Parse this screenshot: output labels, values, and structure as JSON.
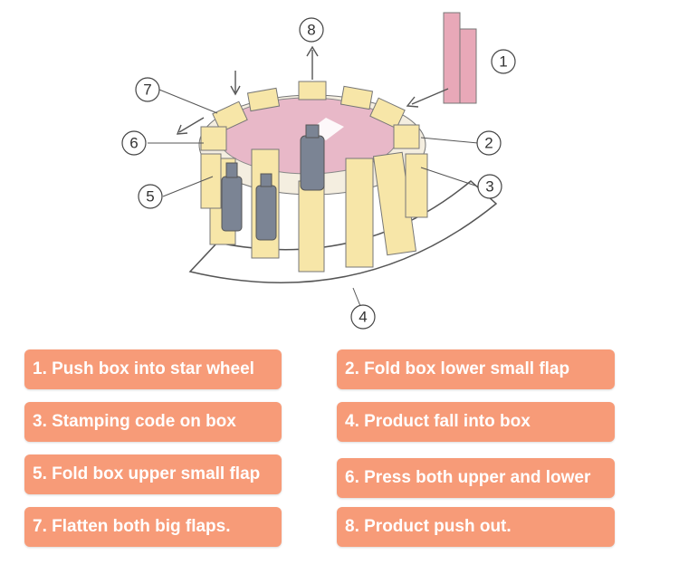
{
  "diagram": {
    "callouts": [
      "1",
      "2",
      "3",
      "4",
      "5",
      "6",
      "7",
      "8"
    ]
  },
  "steps": [
    {
      "label": "1. Push box into star wheel"
    },
    {
      "label": "2. Fold box lower small flap"
    },
    {
      "label": "3. Stamping code on box"
    },
    {
      "label": "4. Product fall into box"
    },
    {
      "label": "5. Fold box upper small flap"
    },
    {
      "label": "6. Press both upper and lower"
    },
    {
      "label": "7. Flatten both big flaps."
    },
    {
      "label": "8. Product push out."
    }
  ],
  "colors": {
    "step_box": "#f79b78",
    "box_cardboard": "#f7e6a8",
    "wheel_top": "#e8b8c8",
    "bottle": "#7b8494"
  }
}
